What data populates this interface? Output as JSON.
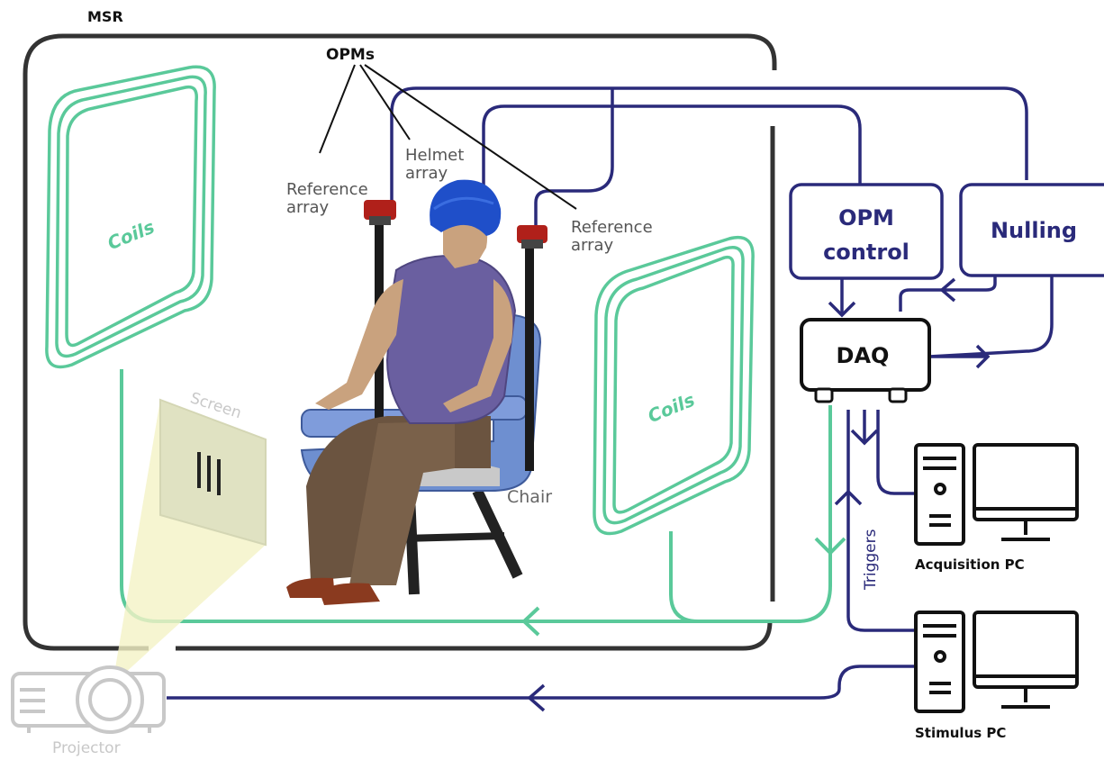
{
  "labels": {
    "msr": "MSR",
    "opms": "OPMs",
    "helmet_array_line1": "Helmet",
    "helmet_array_line2": "array",
    "reference_array_left_line1": "Reference",
    "reference_array_left_line2": "array",
    "reference_array_right_line1": "Reference",
    "reference_array_right_line2": "array",
    "coils_left": "Coils",
    "coils_right": "Coils",
    "screen": "Screen",
    "chair": "Chair",
    "opm_control_line1": "OPM",
    "opm_control_line2": "control",
    "nulling": "Nulling",
    "daq": "DAQ",
    "triggers": "Triggers",
    "acquisition_pc": "Acquisition PC",
    "stimulus_pc": "Stimulus PC",
    "projector": "Projector"
  },
  "colors": {
    "navy": "#2a2a7a",
    "green": "#5ac99a",
    "dark": "#333333",
    "gray": "#cfcfcf",
    "sensor": "#b0201a",
    "helmet": "#1f4fc9",
    "shirt": "#6a5fa0",
    "skin": "#c9a27e",
    "pants": "#6b5440",
    "chair_blue": "#6e8fd0"
  }
}
